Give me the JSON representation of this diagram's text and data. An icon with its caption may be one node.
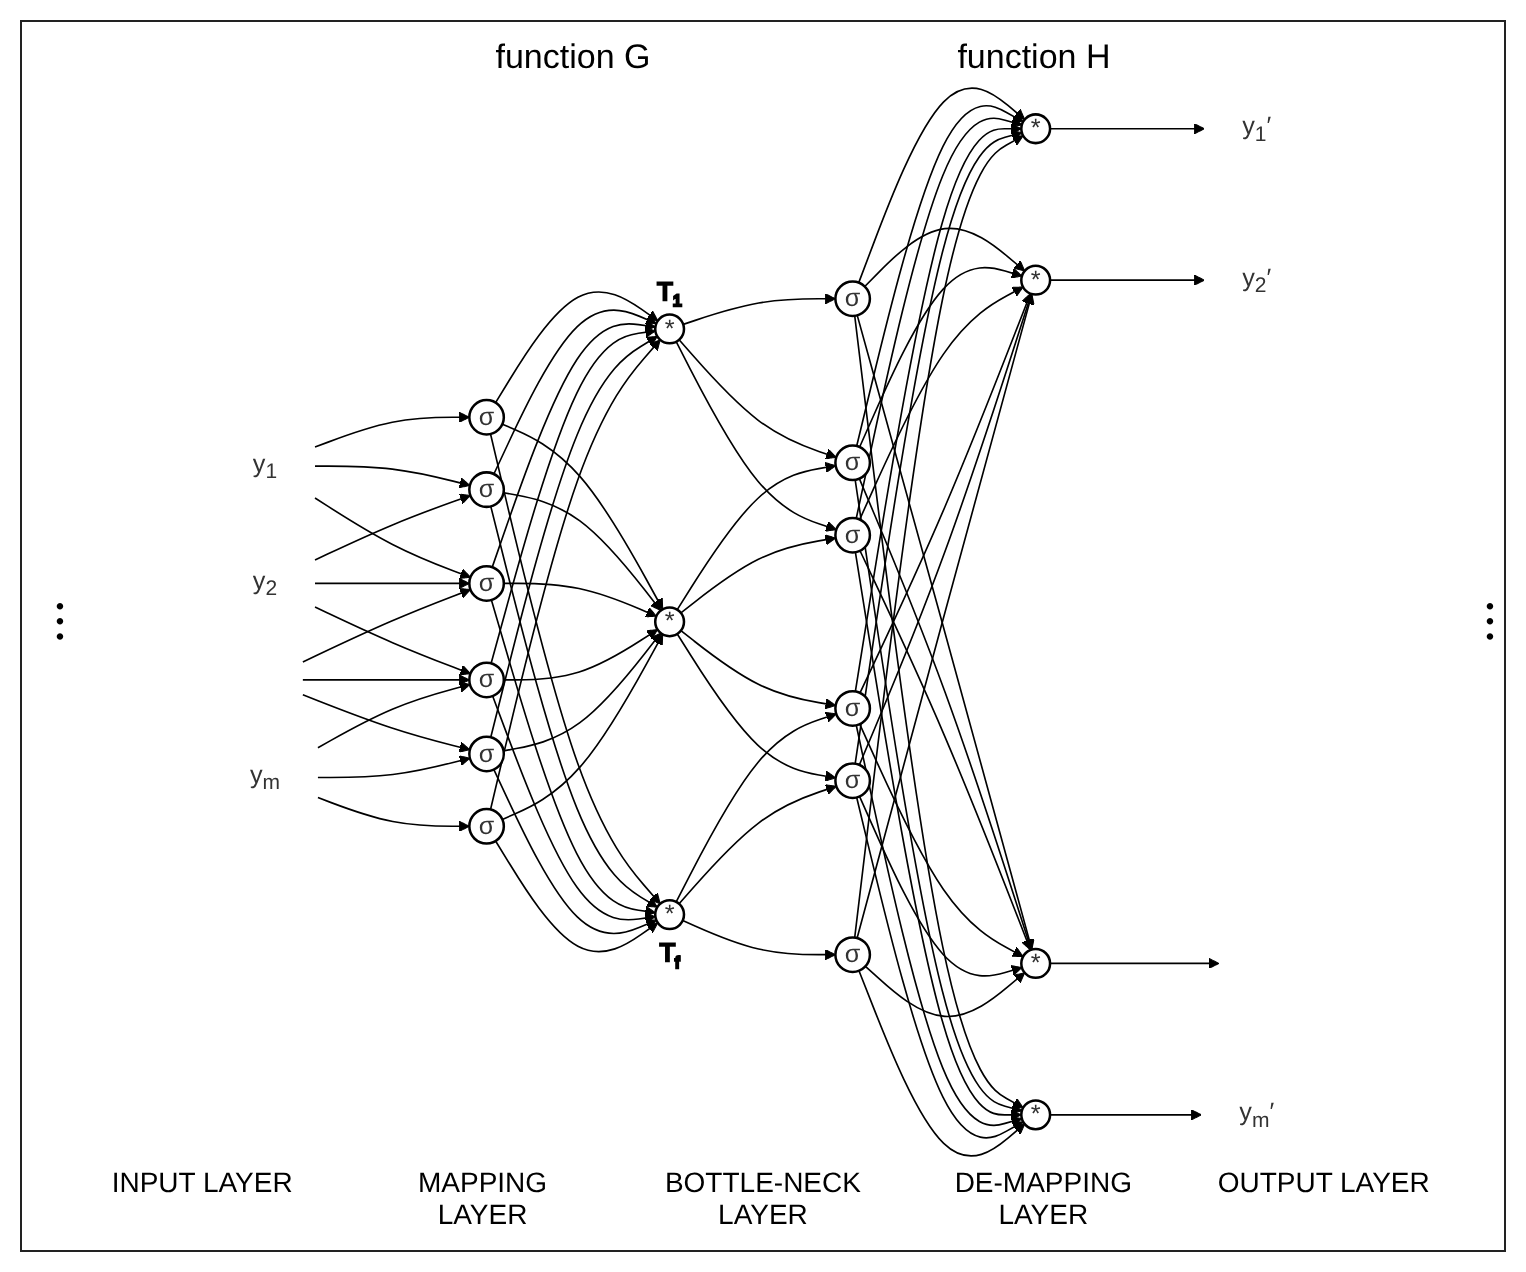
{
  "diagram": {
    "nodes": [
      {
        "text": [
          "y$_{1}$"
        ]
      },
      {
        "text": [
          "y$_{2}$"
        ]
      },
      {
        "text": [
          "y$_{m}$"
        ]
      },
      {
        "text": [
          "σ"
        ]
      },
      {
        "text": [
          "σ"
        ]
      },
      {
        "text": [
          "σ"
        ]
      },
      {
        "text": [
          "σ"
        ]
      },
      {
        "text": [
          "σ"
        ]
      },
      {
        "text": [
          "σ"
        ]
      },
      {
        "text": [
          "*"
        ],
        "beside": [
          "T$_{1}$"
        ]
      },
      {
        "text": [
          "*"
        ]
      },
      {
        "text": [
          "*"
        ],
        "beside": [
          "T$_{f}$"
        ]
      },
      {
        "text": [
          "σ"
        ]
      },
      {
        "text": [
          "σ"
        ]
      },
      {
        "text": [
          "σ"
        ]
      },
      {
        "text": [
          "σ"
        ]
      },
      {
        "text": [
          "σ"
        ]
      },
      {
        "text": [
          "σ"
        ]
      },
      {
        "text": [
          "*"
        ]
      },
      {
        "text": [
          "*"
        ]
      },
      {
        "text": [
          "*"
        ]
      },
      {
        "text": [
          "*"
        ]
      },
      {
        "text": [
          "y$_{1}$′"
        ]
      },
      {
        "text": [
          "y$_{2}$′"
        ]
      },
      {
        "text": [
          "y$_{m}$′"
        ]
      }
    ],
    "edges": [
      {
        "from": 0,
        "to": 3,
        "arrow": "to"
      },
      {
        "from": 0,
        "to": 4,
        "arrow": "to"
      },
      {
        "from": 0,
        "to": 5,
        "arrow": "to"
      },
      {
        "from": 1,
        "to": 4,
        "arrow": "to"
      },
      {
        "from": 1,
        "to": 5,
        "arrow": "to"
      },
      {
        "from": 1,
        "to": 6,
        "arrow": "to"
      },
      {
        "from": null,
        "to": 5,
        "arrow": "to"
      },
      {
        "from": null,
        "to": 6,
        "arrow": "to"
      },
      {
        "from": null,
        "to": 7,
        "arrow": "to"
      },
      {
        "from": 2,
        "to": 6,
        "arrow": "to"
      },
      {
        "from": 2,
        "to": 7,
        "arrow": "to"
      },
      {
        "from": 2,
        "to": 8,
        "arrow": "to"
      },
      {
        "from": 3,
        "to": 9,
        "arrow": "to"
      },
      {
        "from": 3,
        "to": 10,
        "arrow": "to"
      },
      {
        "from": 3,
        "to": 11,
        "arrow": "to"
      },
      {
        "from": 4,
        "to": 9,
        "arrow": "to"
      },
      {
        "from": 4,
        "to": 10,
        "arrow": "to"
      },
      {
        "from": 4,
        "to": 11,
        "arrow": "to"
      },
      {
        "from": 5,
        "to": 9,
        "arrow": "to"
      },
      {
        "from": 5,
        "to": 10,
        "arrow": "to"
      },
      {
        "from": 5,
        "to": 11,
        "arrow": "to"
      },
      {
        "from": 6,
        "to": 9,
        "arrow": "to"
      },
      {
        "from": 6,
        "to": 10,
        "arrow": "to"
      },
      {
        "from": 6,
        "to": 11,
        "arrow": "to"
      },
      {
        "from": 7,
        "to": 9,
        "arrow": "to"
      },
      {
        "from": 7,
        "to": 10,
        "arrow": "to"
      },
      {
        "from": 7,
        "to": 11,
        "arrow": "to"
      },
      {
        "from": 8,
        "to": 9,
        "arrow": "to"
      },
      {
        "from": 8,
        "to": 10,
        "arrow": "to"
      },
      {
        "from": 8,
        "to": 11,
        "arrow": "to"
      },
      {
        "from": 9,
        "to": 12,
        "arrow": "to"
      },
      {
        "from": 9,
        "to": 13,
        "arrow": "to"
      },
      {
        "from": 9,
        "to": 14,
        "arrow": "to"
      },
      {
        "from": 10,
        "to": 13,
        "arrow": "to"
      },
      {
        "from": 10,
        "to": 14,
        "arrow": "to"
      },
      {
        "from": 10,
        "to": 15,
        "arrow": "to"
      },
      {
        "from": 10,
        "to": 16,
        "arrow": "to"
      },
      {
        "from": 11,
        "to": 15,
        "arrow": "to"
      },
      {
        "from": 11,
        "to": 16,
        "arrow": "to"
      },
      {
        "from": 11,
        "to": 17,
        "arrow": "to"
      },
      {
        "from": 12,
        "to": 18,
        "arrow": "to"
      },
      {
        "from": 12,
        "to": 19,
        "arrow": "to"
      },
      {
        "from": 12,
        "to": 20,
        "arrow": "to"
      },
      {
        "from": 12,
        "to": 21,
        "arrow": "to"
      },
      {
        "from": 13,
        "to": 18,
        "arrow": "to"
      },
      {
        "from": 13,
        "to": 19,
        "arrow": "to"
      },
      {
        "from": 13,
        "to": 20,
        "arrow": "to"
      },
      {
        "from": 13,
        "to": 21,
        "arrow": "to"
      },
      {
        "from": 14,
        "to": 18,
        "arrow": "to"
      },
      {
        "from": 14,
        "to": 19,
        "arrow": "to"
      },
      {
        "from": 14,
        "to": 20,
        "arrow": "to"
      },
      {
        "from": 14,
        "to": 21,
        "arrow": "to"
      },
      {
        "from": 15,
        "to": 18,
        "arrow": "to"
      },
      {
        "from": 15,
        "to": 19,
        "arrow": "to"
      },
      {
        "from": 15,
        "to": 20,
        "arrow": "to"
      },
      {
        "from": 15,
        "to": 21,
        "arrow": "to"
      },
      {
        "from": 16,
        "to": 18,
        "arrow": "to"
      },
      {
        "from": 16,
        "to": 19,
        "arrow": "to"
      },
      {
        "from": 16,
        "to": 20,
        "arrow": "to"
      },
      {
        "from": 16,
        "to": 21,
        "arrow": "to"
      },
      {
        "from": 17,
        "to": 18,
        "arrow": "to"
      },
      {
        "from": 17,
        "to": 19,
        "arrow": "to"
      },
      {
        "from": 17,
        "to": 20,
        "arrow": "to"
      },
      {
        "from": 17,
        "to": 21,
        "arrow": "to"
      },
      {
        "from": 18,
        "to": 22,
        "arrow": "to"
      },
      {
        "from": 19,
        "to": 23,
        "arrow": "to"
      },
      {
        "from": 20,
        "to": null,
        "arrow": "to"
      },
      {
        "from": 21,
        "to": 24,
        "arrow": "to"
      }
    ],
    "labels": [
      "function G",
      "function H",
      "• • •",
      "• • •",
      "INPUT LAYER",
      "MAPPING LAYER",
      "BOTTLE-NECK LAYER",
      "DE-MAPPING LAYER",
      "OUTPUT LAYER"
    ]
  }
}
